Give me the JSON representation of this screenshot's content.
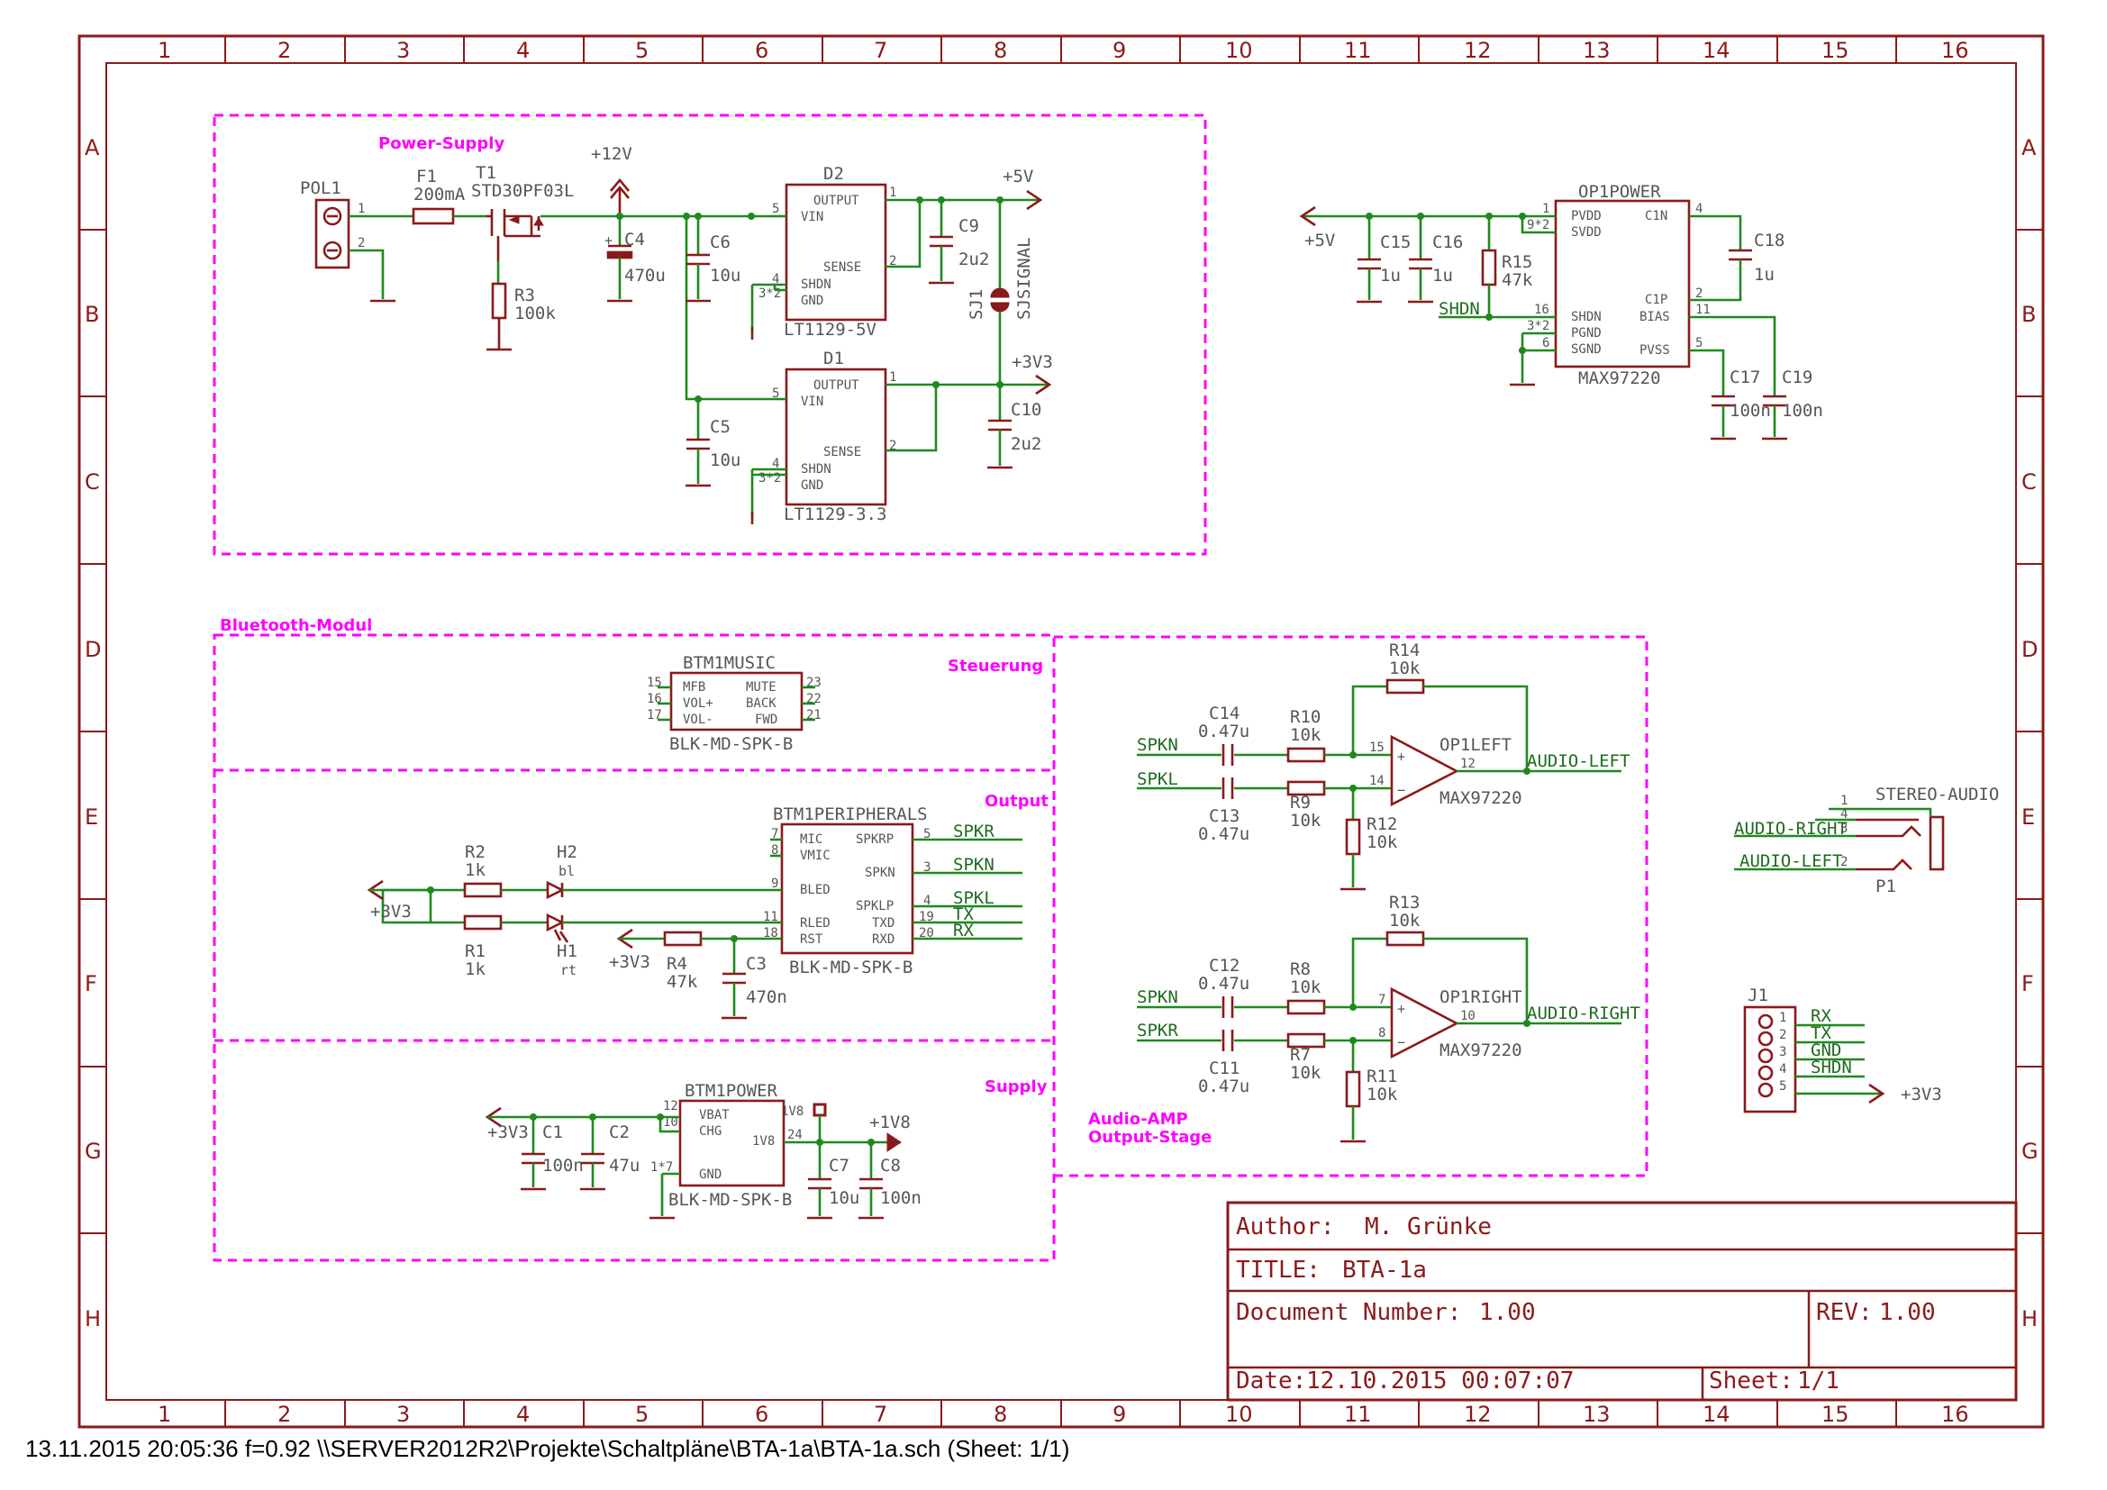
{
  "grid": {
    "columns": [
      "1",
      "2",
      "3",
      "4",
      "5",
      "6",
      "7",
      "8",
      "9",
      "10",
      "11",
      "12",
      "13",
      "14",
      "15",
      "16"
    ],
    "rows": [
      "A",
      "B",
      "C",
      "D",
      "E",
      "F",
      "G",
      "H"
    ]
  },
  "groups": {
    "power_supply": "Power-Supply",
    "bluetooth": "Bluetooth-Modul",
    "steuerung": "Steuerung",
    "output": "Output",
    "supply": "Supply",
    "audio_amp_1": "Audio-AMP",
    "audio_amp_2": "Output-Stage"
  },
  "power": {
    "pol1": "POL1",
    "f1": "F1",
    "f1_val": "200mA",
    "t1": "T1",
    "t1_val": "STD30PF03L",
    "r3": "R3",
    "r3_val": "100k",
    "v12": "+12V",
    "c4": "C4",
    "c4_val": "470u",
    "c6": "C6",
    "c6_val": "10u",
    "c5": "C5",
    "c5_val": "10u",
    "d2": "D2",
    "d2_type": "LT1129-5V",
    "d1": "D1",
    "d1_type": "LT1129-3.3",
    "pin_output": "OUTPUT",
    "pin_vin": "VIN",
    "pin_sense": "SENSE",
    "pin_shdn": "SHDN",
    "pin_gnd": "GND",
    "p5v": "+5V",
    "p3v3": "+3V3",
    "c9": "C9",
    "c9_val": "2u2",
    "c10": "C10",
    "c10_val": "2u2",
    "sj1": "SJ1",
    "sj1_val": "SJSIGNAL"
  },
  "op1power": {
    "name": "OP1POWER",
    "type": "MAX97220",
    "net_5v": "+5V",
    "c15": "C15",
    "c15_val": "1u",
    "c16": "C16",
    "c16_val": "1u",
    "r15": "R15",
    "r15_val": "47k",
    "shdn_net": "SHDN",
    "c18": "C18",
    "c18_val": "1u",
    "c17": "C17",
    "c17_val": "100n",
    "c19": "C19",
    "c19_val": "100n",
    "pins_left": [
      "PVDD",
      "SVDD",
      "SHDN",
      "PGND",
      "SGND"
    ],
    "pins_right": [
      "C1N",
      "C1P",
      "BIAS",
      "PVSS"
    ]
  },
  "btm_music": {
    "name": "BTM1MUSIC",
    "type": "BLK-MD-SPK-B",
    "left": [
      "MFB",
      "VOL+",
      "VOL-"
    ],
    "right": [
      "MUTE",
      "BACK",
      "FWD"
    ]
  },
  "btm_periph": {
    "name": "BTM1PERIPHERALS",
    "type": "BLK-MD-SPK-B",
    "left": [
      "MIC",
      "VMIC",
      "BLED",
      "RLED",
      "RST"
    ],
    "right": [
      "SPKRP",
      "SPKN",
      "SPKLP",
      "TXD",
      "RXD"
    ],
    "nets": [
      "SPKR",
      "SPKN",
      "SPKL",
      "TX",
      "RX"
    ],
    "r2": "R2",
    "r2_val": "1k",
    "r1": "R1",
    "r1_val": "1k",
    "h2": "H2",
    "h2_val": "bl",
    "h1": "H1",
    "h1_val": "rt",
    "r4": "R4",
    "r4_val": "47k",
    "c3": "C3",
    "c3_val": "470n",
    "p3v3a": "+3V3",
    "p3v3b": "+3V3"
  },
  "btm_power": {
    "name": "BTM1POWER",
    "type": "BLK-MD-SPK-B",
    "vbat": "VBAT",
    "chg": "CHG",
    "gnd": "GND",
    "v1v8": "1V8",
    "v1v8b": "1V8",
    "p1v8": "+1V8",
    "p3v3": "+3V3",
    "c1": "C1",
    "c1_val": "100n",
    "c2": "C2",
    "c2_val": "47u",
    "c7": "C7",
    "c7_val": "10u",
    "c8": "C8",
    "c8_val": "100n"
  },
  "amp_left": {
    "name": "OP1LEFT",
    "type": "MAX97220",
    "c14": "C14",
    "c14_val": "0.47u",
    "c13": "C13",
    "c13_val": "0.47u",
    "r10": "R10",
    "r10_val": "10k",
    "r9": "R9",
    "r9_val": "10k",
    "r14": "R14",
    "r14_val": "10k",
    "r12": "R12",
    "r12_val": "10k",
    "in_p": "SPKN",
    "in_n": "SPKL",
    "out": "AUDIO-LEFT"
  },
  "amp_right": {
    "name": "OP1RIGHT",
    "type": "MAX97220",
    "c12": "C12",
    "c12_val": "0.47u",
    "c11": "C11",
    "c11_val": "0.47u",
    "r8": "R8",
    "r8_val": "10k",
    "r7": "R7",
    "r7_val": "10k",
    "r13": "R13",
    "r13_val": "10k",
    "r11": "R11",
    "r11_val": "10k",
    "in_p": "SPKN",
    "in_n": "SPKR",
    "out": "AUDIO-RIGHT"
  },
  "stereo": {
    "name": "STEREO-AUDIO",
    "ref": "P1",
    "right": "AUDIO-RIGHT",
    "left": "AUDIO-LEFT"
  },
  "j1": {
    "name": "J1",
    "nets": [
      "RX",
      "TX",
      "GND",
      "SHDN"
    ],
    "p3v3": "+3V3"
  },
  "title_block": {
    "author_label": "Author:",
    "author": "M. Grünke",
    "title_label": "TITLE:",
    "title": "BTA-1a",
    "docnum_label": "Document Number:",
    "docnum": "1.00",
    "rev_label": "REV:",
    "rev": "1.00",
    "date_label": "Date:",
    "date": "12.10.2015 00:07:07",
    "sheet_label": "Sheet:",
    "sheet": "1/1"
  },
  "footer": "13.11.2015 20:05:36  f=0.92  \\\\SERVER2012R2\\Projekte\\Schaltpläne\\BTA-1a\\BTA-1a.sch (Sheet: 1/1)"
}
